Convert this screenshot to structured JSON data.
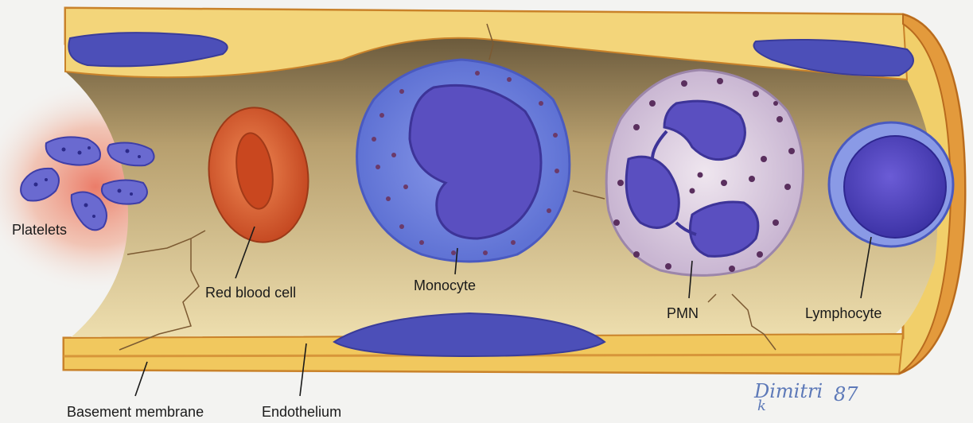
{
  "labels": {
    "platelets": "Platelets",
    "red_blood_cell": "Red blood cell",
    "monocyte": "Monocyte",
    "pmn": "PMN",
    "lymphocyte": "Lymphocyte",
    "basement_membrane": "Basement membrane",
    "endothelium": "Endothelium"
  },
  "signature": {
    "name": "Dimitri",
    "year": "87",
    "initial": "k"
  },
  "colors": {
    "vessel_wall": "#f1cf6a",
    "vessel_edge": "#c9822a",
    "lumen": "#d9c48d",
    "nucleus": "#5a4fc0",
    "red_cell": "#d9582a",
    "platelet": "#6a6ad0",
    "glow": "#e8553c"
  }
}
